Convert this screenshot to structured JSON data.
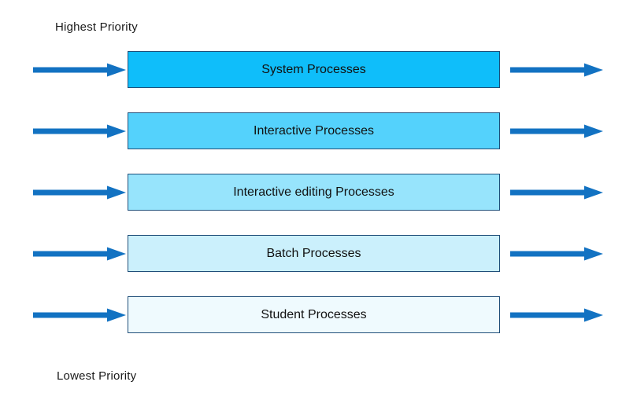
{
  "diagram": {
    "title_semantics": "Multilevel queue scheduling priority diagram",
    "top_label": "Highest Priority",
    "bottom_label": "Lowest Priority",
    "queues": [
      {
        "label": "System Processes",
        "fill": "#0FBEFA"
      },
      {
        "label": "Interactive Processes",
        "fill": "#54D2FC"
      },
      {
        "label": "Interactive editing Processes",
        "fill": "#97E4FC"
      },
      {
        "label": "Batch Processes",
        "fill": "#CBF0FC"
      },
      {
        "label": "Student Processes",
        "fill": "#EFFAFE"
      }
    ],
    "icons": {
      "inflow": "right-arrow-icon",
      "outflow": "right-arrow-icon"
    },
    "colors": {
      "border": "#1F4E79",
      "arrow": "#1272C2",
      "text": "#1a1a1a",
      "background": "#FFFFFF"
    }
  }
}
